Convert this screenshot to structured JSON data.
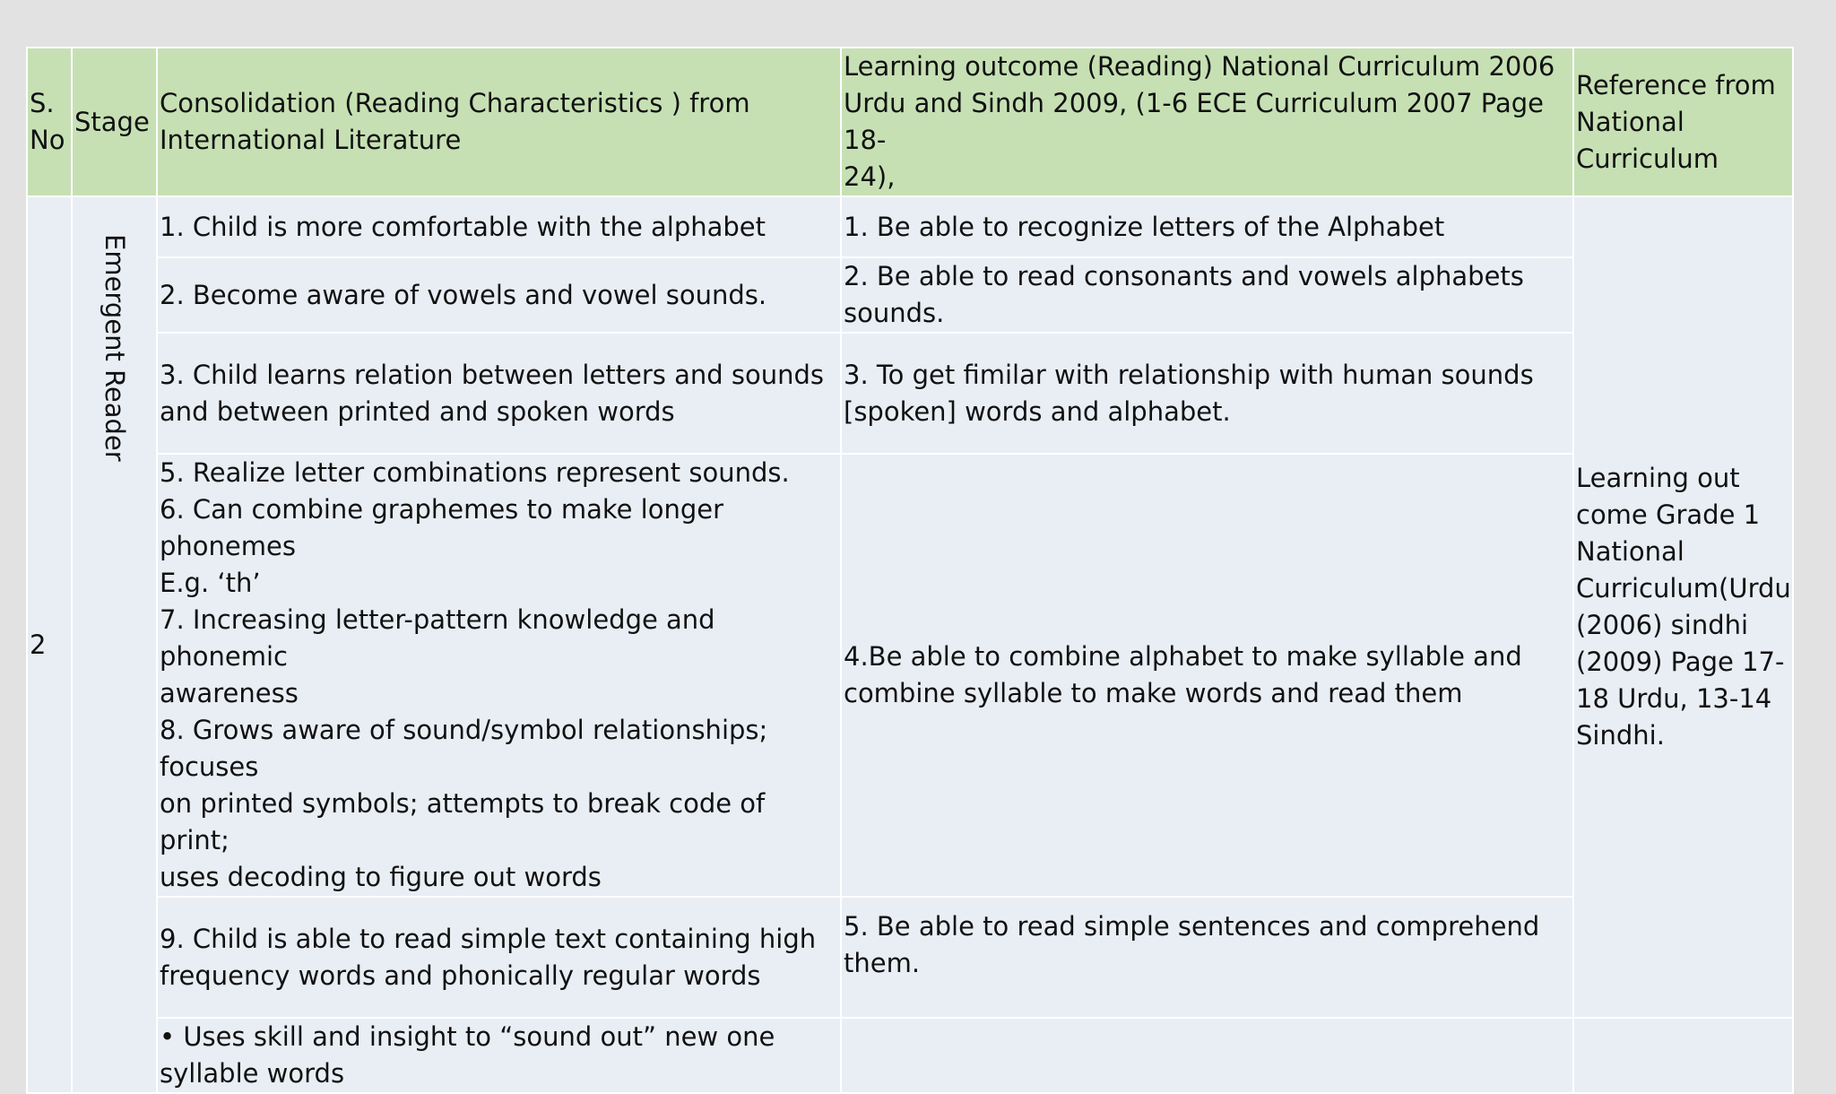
{
  "table": {
    "headers": {
      "sno": "S.\nNo",
      "stage": "Stage",
      "consolidation": "Consolidation (Reading Characteristics ) from\nInternational Literature",
      "outcome": "Learning outcome (Reading) National Curriculum 2006\nUrdu and Sindh 2009, (1-6 ECE Curriculum 2007 Page 18-\n24),",
      "reference": "Reference from\nNational\nCurriculum"
    },
    "sno_value": "2",
    "stage_value": "Emergent Reader",
    "reference_value": "Learning out\ncome Grade 1\nNational\nCurriculum(Urdu\n(2006) sindhi\n(2009) Page 17-\n18 Urdu, 13-14\nSindhi.",
    "rows": [
      {
        "consolidation": "1. Child is more comfortable with the alphabet",
        "outcome": "1. Be able to recognize letters of the Alphabet"
      },
      {
        "consolidation": "2.  Become aware of vowels and vowel sounds.",
        "outcome": "2. Be able to read consonants and vowels alphabets\nsounds."
      },
      {
        "consolidation": "3. Child learns relation between letters and sounds\nand between printed and spoken words",
        "outcome": "3. To get fimilar with relationship with human sounds\n[spoken] words and alphabet."
      },
      {
        "consolidation": "5. Realize letter combinations represent sounds.\n6. Can combine graphemes to make longer phonemes\nE.g. ‘th’\n7. Increasing letter-pattern knowledge and phonemic\nawareness\n8. Grows aware of sound/symbol relationships; focuses\non printed symbols; attempts to break code of print;\nuses decoding to figure out words",
        "outcome": "4.Be able to combine alphabet to make syllable and\ncombine syllable to make words and read them"
      },
      {
        "consolidation": " 9. Child is able to read simple text containing high\nfrequency words and phonically regular words",
        "outcome": "5. Be able to read simple sentences and comprehend\nthem."
      },
      {
        "consolidation": "•  Uses skill and insight to “sound out” new one\nsyllable words",
        "outcome": ""
      }
    ]
  }
}
